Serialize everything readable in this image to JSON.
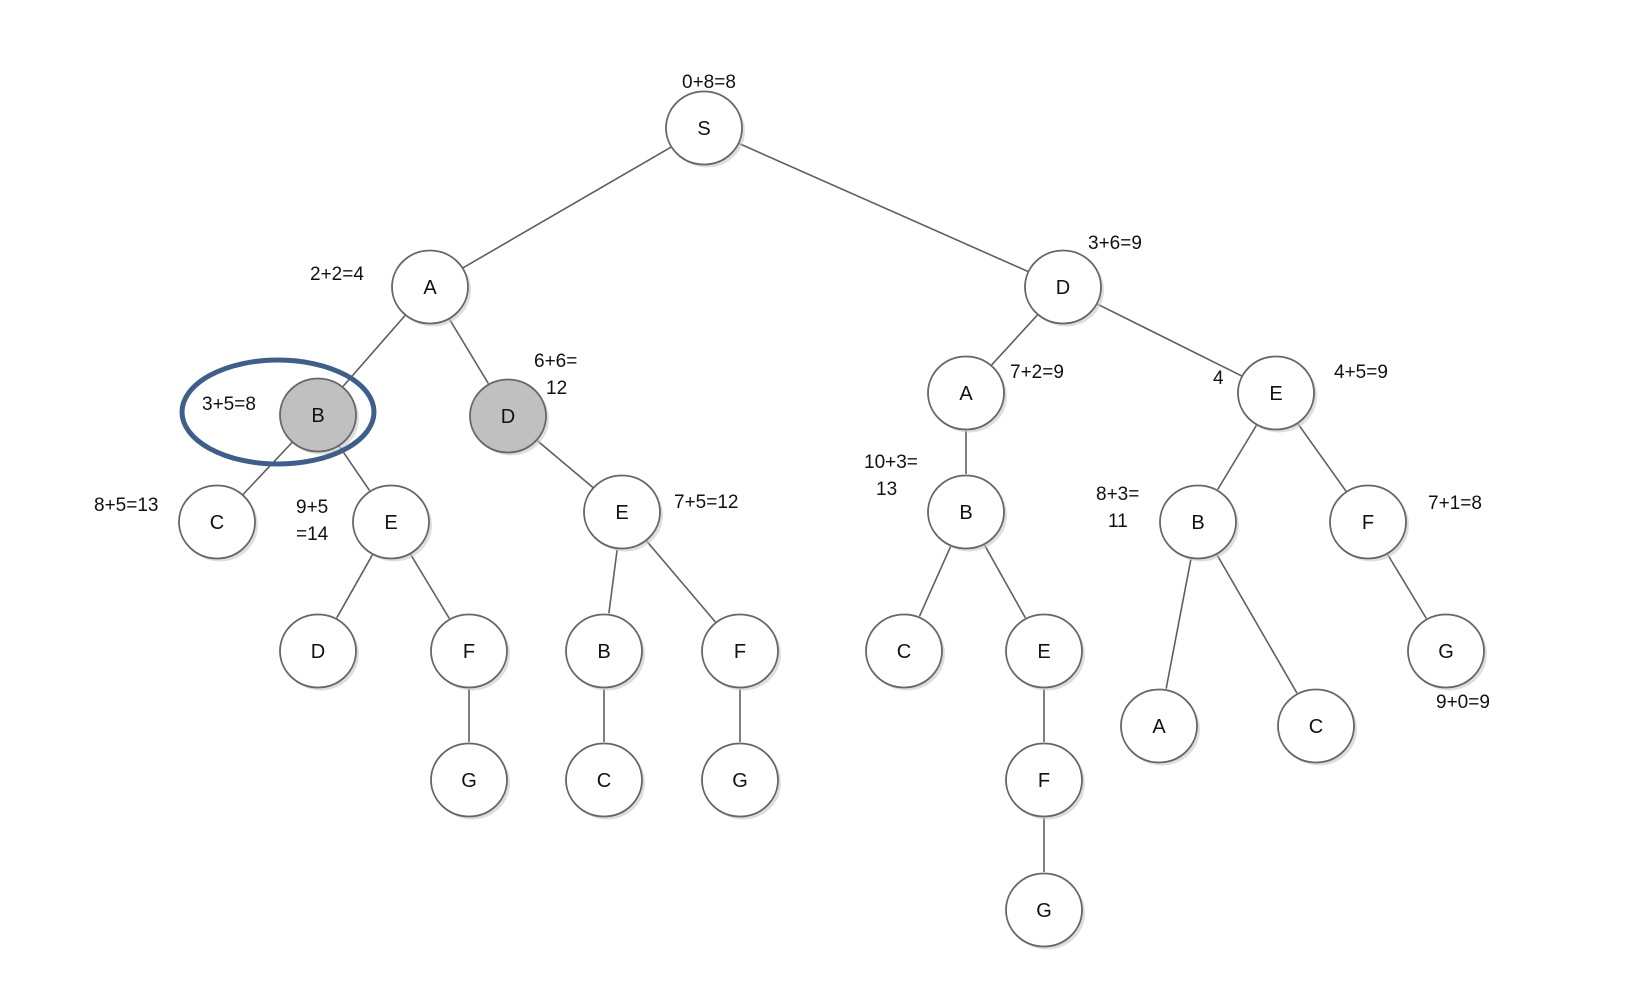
{
  "diagram": {
    "type": "search-tree",
    "colors": {
      "node_fill": "#ffffff",
      "expanded_fill": "#c0c0c0",
      "edge": "#5f5f5f",
      "node_border": "#666666",
      "highlight": "#3e5f8a"
    },
    "highlighted_node": "n3",
    "nodes": [
      {
        "id": "n1",
        "label": "S",
        "cost": [
          "0+8=8"
        ],
        "expanded": false
      },
      {
        "id": "n2",
        "label": "A",
        "cost": [
          "2+2=4"
        ],
        "expanded": false
      },
      {
        "id": "n3",
        "label": "B",
        "cost": [
          "3+5=8"
        ],
        "expanded": true
      },
      {
        "id": "n4",
        "label": "D",
        "cost": [
          "6+6=",
          "12"
        ],
        "expanded": true
      },
      {
        "id": "n5",
        "label": "C",
        "cost": [
          "8+5=13"
        ],
        "expanded": false
      },
      {
        "id": "n6",
        "label": "E",
        "cost": [
          "9+5",
          "=14"
        ],
        "expanded": false
      },
      {
        "id": "n7",
        "label": "D",
        "cost": [],
        "expanded": false
      },
      {
        "id": "n8",
        "label": "F",
        "cost": [],
        "expanded": false
      },
      {
        "id": "n9",
        "label": "G",
        "cost": [],
        "expanded": false
      },
      {
        "id": "n10",
        "label": "E",
        "cost": [
          "7+5=12"
        ],
        "expanded": false
      },
      {
        "id": "n11",
        "label": "B",
        "cost": [],
        "expanded": false
      },
      {
        "id": "n12",
        "label": "C",
        "cost": [],
        "expanded": false
      },
      {
        "id": "n13",
        "label": "F",
        "cost": [],
        "expanded": false
      },
      {
        "id": "n14",
        "label": "G",
        "cost": [],
        "expanded": false
      },
      {
        "id": "n15",
        "label": "D",
        "cost": [
          "3+6=9"
        ],
        "expanded": false
      },
      {
        "id": "n16",
        "label": "A",
        "cost": [
          "7+2=9"
        ],
        "expanded": false
      },
      {
        "id": "n17",
        "label": "B",
        "cost": [
          "10+3=",
          "13"
        ],
        "expanded": false
      },
      {
        "id": "n18",
        "label": "C",
        "cost": [],
        "expanded": false
      },
      {
        "id": "n19",
        "label": "E",
        "cost": [],
        "expanded": false
      },
      {
        "id": "n20",
        "label": "F",
        "cost": [],
        "expanded": false
      },
      {
        "id": "n21",
        "label": "G",
        "cost": [],
        "expanded": false
      },
      {
        "id": "n22",
        "label": "E",
        "cost": [
          "4+5=9"
        ],
        "extra": "4",
        "expanded": false
      },
      {
        "id": "n23",
        "label": "B",
        "cost": [
          "8+3=",
          "11"
        ],
        "expanded": false
      },
      {
        "id": "n24",
        "label": "A",
        "cost": [],
        "expanded": false
      },
      {
        "id": "n25",
        "label": "C",
        "cost": [],
        "expanded": false
      },
      {
        "id": "n26",
        "label": "F",
        "cost": [
          "7+1=8"
        ],
        "expanded": false
      },
      {
        "id": "n27",
        "label": "G",
        "cost": [
          "9+0=9"
        ],
        "expanded": false
      }
    ],
    "edges": [
      [
        "n1",
        "n2"
      ],
      [
        "n1",
        "n15"
      ],
      [
        "n2",
        "n3"
      ],
      [
        "n2",
        "n4"
      ],
      [
        "n3",
        "n5"
      ],
      [
        "n3",
        "n6"
      ],
      [
        "n6",
        "n7"
      ],
      [
        "n6",
        "n8"
      ],
      [
        "n8",
        "n9"
      ],
      [
        "n4",
        "n10"
      ],
      [
        "n10",
        "n11"
      ],
      [
        "n10",
        "n13"
      ],
      [
        "n11",
        "n12"
      ],
      [
        "n13",
        "n14"
      ],
      [
        "n15",
        "n16"
      ],
      [
        "n15",
        "n22"
      ],
      [
        "n16",
        "n17"
      ],
      [
        "n17",
        "n18"
      ],
      [
        "n17",
        "n19"
      ],
      [
        "n19",
        "n20"
      ],
      [
        "n20",
        "n21"
      ],
      [
        "n22",
        "n23"
      ],
      [
        "n22",
        "n26"
      ],
      [
        "n23",
        "n24"
      ],
      [
        "n23",
        "n25"
      ],
      [
        "n26",
        "n27"
      ]
    ]
  }
}
